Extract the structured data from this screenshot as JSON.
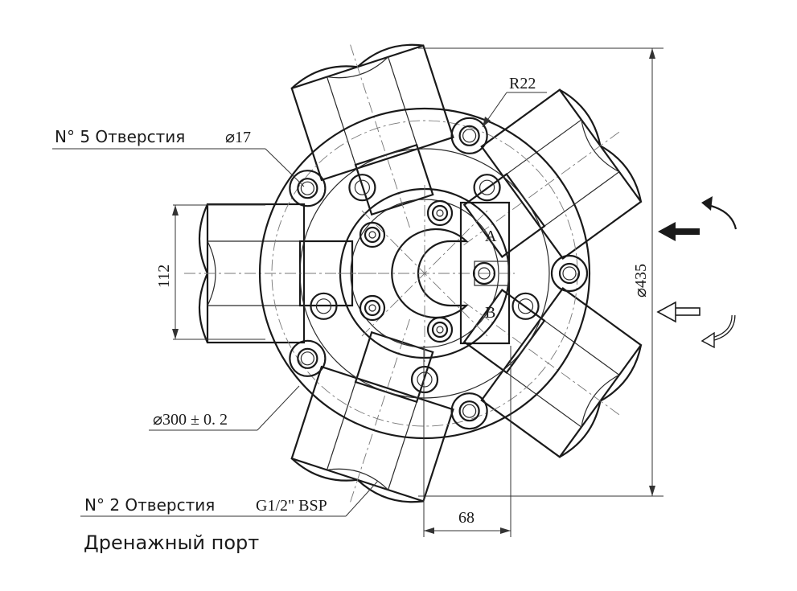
{
  "labels": {
    "holes_5": "N° 5 Отверстия",
    "holes_5_dim": "⌀17",
    "radius": "R22",
    "dim_112": "112",
    "dim_435": "⌀435",
    "port_a": "A",
    "port_b": "B",
    "dim_300": "⌀300 ± 0. 2",
    "holes_2": "N° 2 Отверстия",
    "holes_2_dim": "G1/2\" BSP",
    "dim_68": "68",
    "drain": "Дренажный порт"
  },
  "colors": {
    "line": "#1a1a1a",
    "background": "#ffffff"
  },
  "icons": [
    "rotation-cw-arrow-icon",
    "rotation-ccw-arrow-icon",
    "flow-in-arrow-icon",
    "flow-out-arrow-icon"
  ]
}
